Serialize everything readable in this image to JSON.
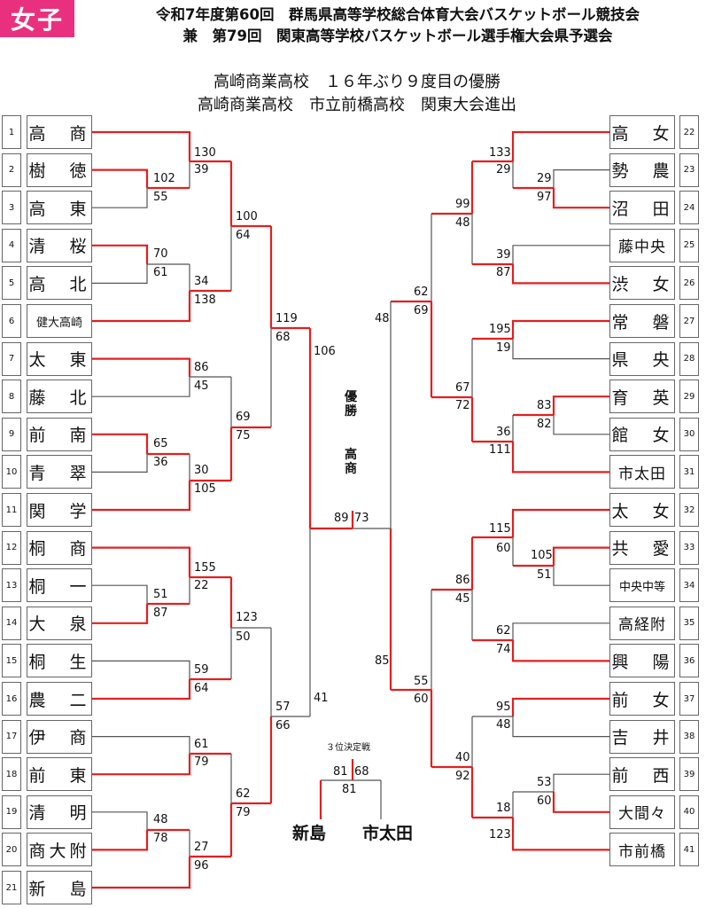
{
  "badge": "女子",
  "header": {
    "line1": "令和7年度第60回　群馬県高等学校総合体育大会バスケットボール競技会",
    "line2": "兼　第79回　関東高等学校バスケットボール選手権大会県予選会"
  },
  "announcement": {
    "line1": "高崎商業高校　１６年ぶり９度目の優勝",
    "line2": "高崎商業高校　市立前橋高校　関東大会進出"
  },
  "champion": {
    "label": [
      "優",
      "勝"
    ],
    "team": [
      "高",
      "商"
    ]
  },
  "third_place": {
    "label": "３位決定戦",
    "left_team": "新島",
    "right_team": "市太田",
    "score_left": "81",
    "score_right": "68",
    "score_below": "81"
  },
  "teams_left": [
    {
      "seed": "1",
      "name": "高　商"
    },
    {
      "seed": "2",
      "name": "樹　徳"
    },
    {
      "seed": "3",
      "name": "高　東"
    },
    {
      "seed": "4",
      "name": "清　桜"
    },
    {
      "seed": "5",
      "name": "高　北"
    },
    {
      "seed": "6",
      "name": "健大高崎"
    },
    {
      "seed": "7",
      "name": "太　東"
    },
    {
      "seed": "8",
      "name": "藤　北"
    },
    {
      "seed": "9",
      "name": "前　南"
    },
    {
      "seed": "10",
      "name": "青　翠"
    },
    {
      "seed": "11",
      "name": "関　学"
    },
    {
      "seed": "12",
      "name": "桐　商"
    },
    {
      "seed": "13",
      "name": "桐　一"
    },
    {
      "seed": "14",
      "name": "大　泉"
    },
    {
      "seed": "15",
      "name": "桐　生"
    },
    {
      "seed": "16",
      "name": "農　二"
    },
    {
      "seed": "17",
      "name": "伊　商"
    },
    {
      "seed": "18",
      "name": "前　東"
    },
    {
      "seed": "19",
      "name": "清　明"
    },
    {
      "seed": "20",
      "name": "商大附"
    },
    {
      "seed": "21",
      "name": "新　島"
    }
  ],
  "teams_right": [
    {
      "seed": "22",
      "name": "高　女"
    },
    {
      "seed": "23",
      "name": "勢　農"
    },
    {
      "seed": "24",
      "name": "沼　田"
    },
    {
      "seed": "25",
      "name": "藤中央"
    },
    {
      "seed": "26",
      "name": "渋　女"
    },
    {
      "seed": "27",
      "name": "常　磐"
    },
    {
      "seed": "28",
      "name": "県　央"
    },
    {
      "seed": "29",
      "name": "育　英"
    },
    {
      "seed": "30",
      "name": "館　女"
    },
    {
      "seed": "31",
      "name": "市太田"
    },
    {
      "seed": "32",
      "name": "太　女"
    },
    {
      "seed": "33",
      "name": "共　愛"
    },
    {
      "seed": "34",
      "name": "中央中等"
    },
    {
      "seed": "35",
      "name": "高経附"
    },
    {
      "seed": "36",
      "name": "興　陽"
    },
    {
      "seed": "37",
      "name": "前　女"
    },
    {
      "seed": "38",
      "name": "吉　井"
    },
    {
      "seed": "39",
      "name": "前　西"
    },
    {
      "seed": "40",
      "name": "大間々"
    },
    {
      "seed": "41",
      "name": "市前橋"
    }
  ],
  "scores": {
    "l_130": "130",
    "l_39a": "39",
    "l_102": "102",
    "l_55": "55",
    "l_100": "100",
    "l_64a": "64",
    "l_70": "70",
    "l_61a": "61",
    "l_34": "34",
    "l_138": "138",
    "l_119": "119",
    "l_68": "68",
    "l_106": "106",
    "l_86": "86",
    "l_45a": "45",
    "l_69": "69",
    "l_75": "75",
    "l_65": "65",
    "l_36a": "36",
    "l_30": "30",
    "l_105a": "105",
    "l_155": "155",
    "l_22": "22",
    "l_51a": "51",
    "l_87b": "87",
    "l_123a": "123",
    "l_50": "50",
    "l_59": "59",
    "l_64b": "64",
    "l_57": "57",
    "l_66": "66",
    "l_41": "41",
    "l_61b": "61",
    "l_79a": "79",
    "l_62a": "62",
    "l_79b": "79",
    "l_48a": "48",
    "l_78": "78",
    "l_27": "27",
    "l_96": "96",
    "f_89": "89",
    "f_73": "73",
    "r_133": "133",
    "r_29a": "29",
    "r_29b": "29",
    "r_97": "97",
    "r_99": "99",
    "r_48a": "48",
    "r_39": "39",
    "r_87": "87",
    "r_62a": "62",
    "r_69": "69",
    "r_48b": "48",
    "r_195": "195",
    "r_19": "19",
    "r_67": "67",
    "r_72": "72",
    "r_83": "83",
    "r_82": "82",
    "r_36": "36",
    "r_111": "111",
    "r_115": "115",
    "r_60a": "60",
    "r_105": "105",
    "r_51": "51",
    "r_86": "86",
    "r_45": "45",
    "r_62b": "62",
    "r_74": "74",
    "r_85": "85",
    "r_55": "55",
    "r_60b": "60",
    "r_95": "95",
    "r_48c": "48",
    "r_40": "40",
    "r_92": "92",
    "r_53": "53",
    "r_60c": "60",
    "r_18": "18",
    "r_123": "123"
  }
}
